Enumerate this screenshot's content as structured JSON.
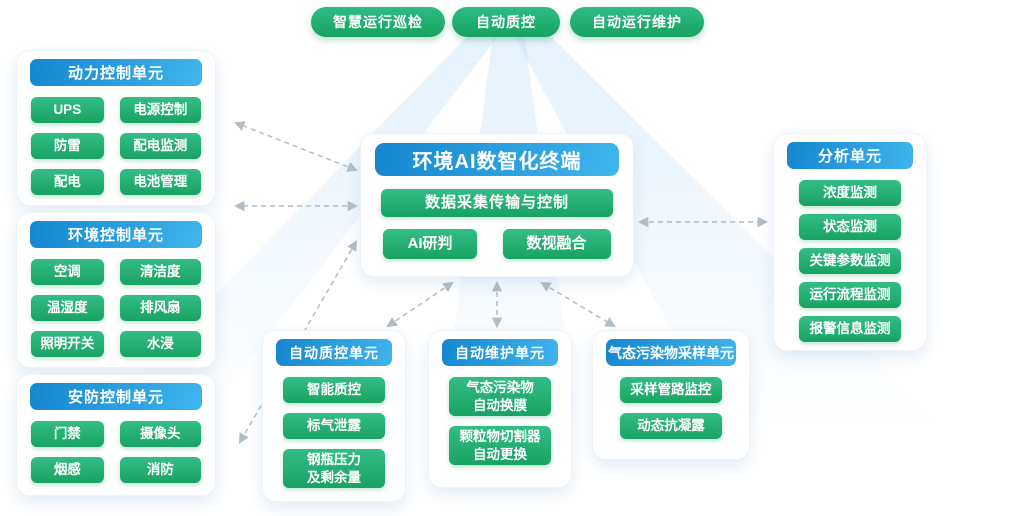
{
  "top_pills": {
    "inspection": "智慧运行巡检",
    "qc": "自动质控",
    "maintenance": "自动运行维护"
  },
  "panels": {
    "power": {
      "title": "动力控制单元",
      "items": [
        "UPS",
        "电源控制",
        "防雷",
        "配电监测",
        "配电",
        "电池管理"
      ]
    },
    "environment": {
      "title": "环境控制单元",
      "items": [
        "空调",
        "清洁度",
        "温湿度",
        "排风扇",
        "照明开关",
        "水浸"
      ]
    },
    "security": {
      "title": "安防控制单元",
      "items": [
        "门禁",
        "摄像头",
        "烟感",
        "消防"
      ]
    },
    "terminal": {
      "title": "环境AI数智化终端",
      "items": [
        "数据采集传输与控制",
        "AI研判",
        "数视融合"
      ]
    },
    "analysis": {
      "title": "分析单元",
      "items": [
        "浓度监测",
        "状态监测",
        "关键参数监测",
        "运行流程监测",
        "报警信息监测"
      ]
    },
    "auto_qc": {
      "title": "自动质控单元",
      "items": [
        "智能质控",
        "标气泄露",
        "钢瓶压力\n及剩余量"
      ]
    },
    "auto_maintenance": {
      "title": "自动维护单元",
      "items": [
        "气态污染物\n自动换膜",
        "颗粒物切割器\n自动更换"
      ]
    },
    "gas_sampling": {
      "title": "气态污染物采样单元",
      "items": [
        "采样管路监控",
        "动态抗凝露"
      ]
    }
  },
  "colors": {
    "header_blue_start": "#1587d0",
    "header_blue_end": "#3fb4ec",
    "button_green_start": "#34bd85",
    "button_green_end": "#18a263",
    "arrow_gray": "#b2bdc6",
    "ray_blue": "#c1dff7"
  }
}
